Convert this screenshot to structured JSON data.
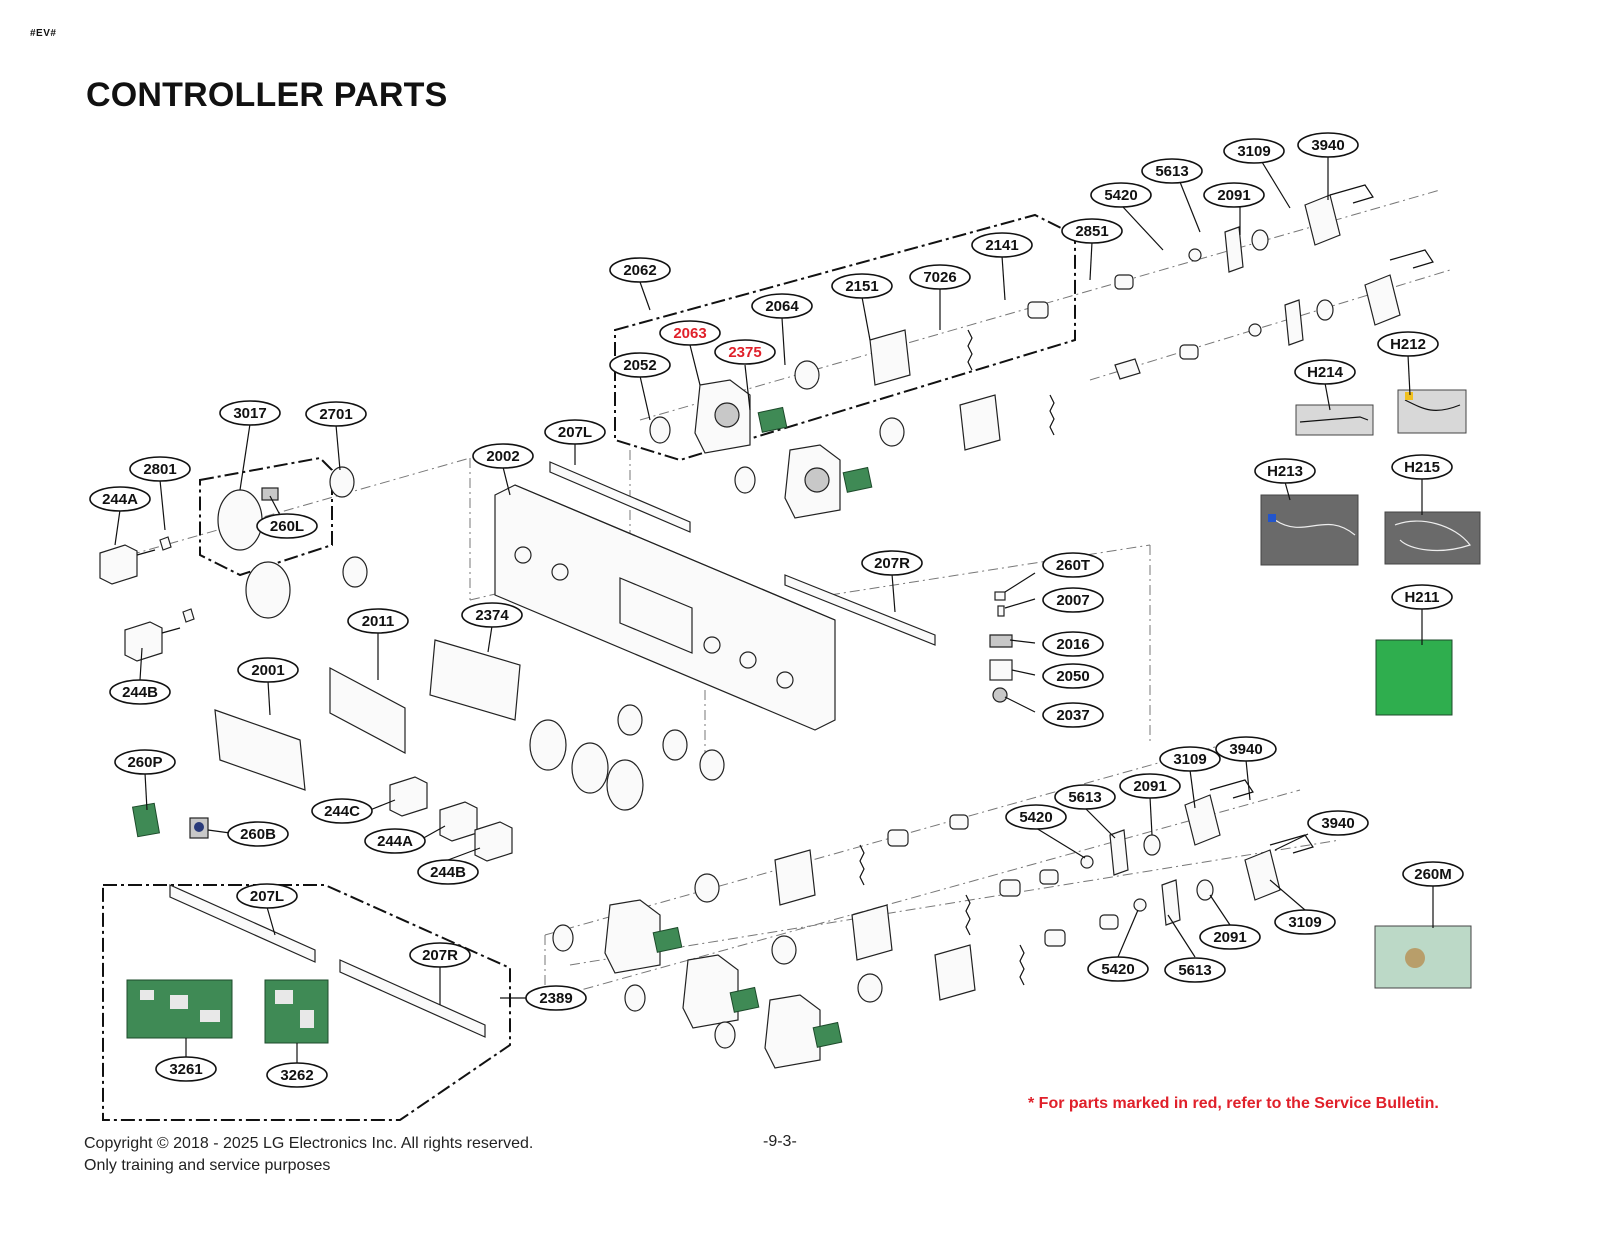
{
  "header": {
    "doc_id": "#EV#",
    "title": "CONTROLLER PARTS"
  },
  "callouts": {
    "c3940_a": "3940",
    "c3109_a": "3109",
    "c5613_a": "5613",
    "c5420_a": "5420",
    "c2091_a": "2091",
    "c2851": "2851",
    "c2141": "2141",
    "c7026": "7026",
    "c2151": "2151",
    "c2062": "2062",
    "c2064": "2064",
    "c2063": "2063",
    "c2375": "2375",
    "c2052": "2052",
    "cH212": "H212",
    "cH214": "H214",
    "cH213": "H213",
    "cH215": "H215",
    "cH211": "H211",
    "c3017": "3017",
    "c2701": "2701",
    "c2801": "2801",
    "c244A_a": "244A",
    "c260L": "260L",
    "c207L_a": "207L",
    "c2002": "2002",
    "c207R_a": "207R",
    "c260T": "260T",
    "c2007": "2007",
    "c2016": "2016",
    "c2050": "2050",
    "c2037": "2037",
    "c2011": "2011",
    "c2374": "2374",
    "c2001": "2001",
    "c244B_a": "244B",
    "c260P": "260P",
    "c260B": "260B",
    "c244C": "244C",
    "c244A_b": "244A",
    "c244B_b": "244B",
    "c3109_b": "3109",
    "c3940_b": "3940",
    "c5613_b": "5613",
    "c2091_b": "2091",
    "c5420_b": "5420",
    "c3940_c": "3940",
    "c260M": "260M",
    "c3109_c": "3109",
    "c2091_c": "2091",
    "c5420_c": "5420",
    "c5613_c": "5613",
    "c207L_b": "207L",
    "c207R_b": "207R",
    "c2389": "2389",
    "c3261": "3261",
    "c3262": "3262"
  },
  "red_callouts": [
    "2063",
    "2375"
  ],
  "colors": {
    "highlight_red": "#e0202a",
    "pcb_green": "#3f8a55"
  },
  "footer": {
    "note": "* For parts marked in red, refer to the Service Bulletin.",
    "copyright_line1": "Copyright © 2018 - 2025 LG Electronics Inc. All rights reserved.",
    "copyright_line2": "Only training and service purposes",
    "page_number": "-9-3-"
  }
}
